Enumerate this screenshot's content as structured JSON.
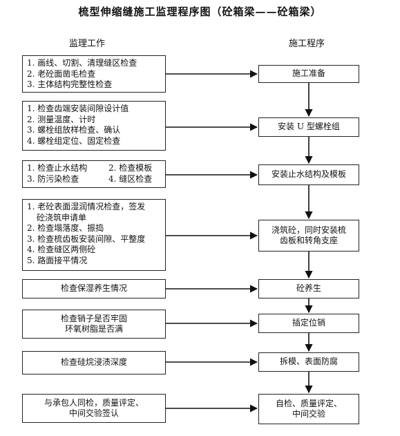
{
  "title": "梳型伸缩缝施工监理程序图（砼箱梁——砼箱梁）",
  "headers": {
    "left": "监理工作",
    "right": "施工程序"
  },
  "supervision": [
    [
      "1. 画线、切割、清理缝区检查",
      "2. 老砼面凿毛检查",
      "3. 主体结构完整性检查"
    ],
    [
      "1. 检查齿端安装间隙设计值",
      "2. 测量温度、计时",
      "3. 螺栓组放样检查、确认",
      "4. 螺栓组定位、固定检查"
    ],
    [
      "1. 检查止水结构",
      "2. 检查模板",
      "3. 防污染检查",
      "4. 缝区检查"
    ],
    [
      "1. 老砼表面湿润情况检查，签发",
      "砼浇筑申请单",
      "2. 检查塌落度、振捣",
      "3. 检查梳齿板安装间隙、平整度",
      "4. 检查缝区两侧砼",
      "5. 路面接平情况"
    ],
    [
      "检查保湿养生情况"
    ],
    [
      "检查销子是否牢固",
      "环氧树脂是否满"
    ],
    [
      "检查硅烷浸渍深度"
    ],
    [
      "与承包人同检，质量评定、",
      "中间交验签认"
    ]
  ],
  "procedure": [
    [
      "施工准备"
    ],
    [
      "安装 U 型螺栓组"
    ],
    [
      "安装止水结构及模板"
    ],
    [
      "浇筑砼，同时安装梳",
      "齿板和转角支座"
    ],
    [
      "砼养生"
    ],
    [
      "插定位销"
    ],
    [
      "拆模、表面防腐"
    ],
    [
      "自检、质量评定、",
      "中间交验"
    ]
  ]
}
